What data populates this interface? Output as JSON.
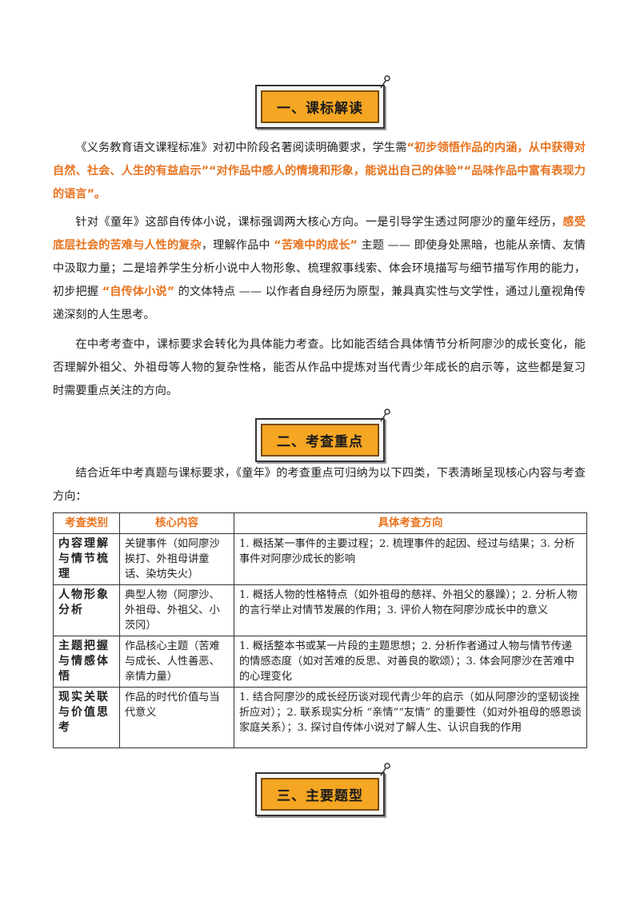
{
  "sections": {
    "s1": "一、课标解读",
    "s2": "二、考查重点",
    "s3": "三、主要题型"
  },
  "p1": {
    "t1": "《义务教育语文课程标准》对初中阶段名著阅读明确要求，学生需",
    "h1": "“初步领悟作品的内涵，从中获得对自然、社会、人生的有益启示”“对作品中感人的情境和形象，能说出自己的体验”“品味作品中富有表现力的语言”。"
  },
  "p2": {
    "t1": "针对《童年》这部自传体小说，课标强调两大核心方向。一是引导学生透过阿廖沙的童年经历，",
    "h1": "感受底层社会的苦难与人性的复杂",
    "t2": "，理解作品中 ",
    "h2": "“苦难中的成长”",
    "t3": " 主题 —— 即使身处黑暗，也能从亲情、友情中汲取力量；二是培养学生分析小说中人物形象、梳理叙事线索、体会环境描写与细节描写作用的能力，初步把握 ",
    "h3": "“自传体小说”",
    "t4": " 的文体特点 —— 以作者自身经历为原型，兼具真实性与文学性，通过儿童视角传递深刻的人生思考。"
  },
  "p3": "在中考考查中，课标要求会转化为具体能力考查。比如能否结合具体情节分析阿廖沙的成长变化，能否理解外祖父、外祖母等人物的复杂性格，能否从作品中提炼对当代青少年成长的启示等，这些都是复习时需要重点关注的方向。",
  "p4": "结合近年中考真题与课标要求，《童年》的考查重点可归纳为以下四类，下表清晰呈现核心内容与考查方向：",
  "table": {
    "headers": [
      "考查类别",
      "核心内容",
      "具体考查方向"
    ],
    "rows": [
      {
        "cat": "内容理解与情节梳理",
        "core": "关键事件（如阿廖沙挨打、外祖母讲童话、染坊失火）",
        "dir": "1. 概括某一事件的主要过程；2. 梳理事件的起因、经过与结果；3. 分析事件对阿廖沙成长的影响"
      },
      {
        "cat": "人物形象分析",
        "core": "典型人物（阿廖沙、外祖母、外祖父、小茨冈）",
        "dir": "1. 概括人物的性格特点（如外祖母的慈祥、外祖父的暴躁）；2. 分析人物的言行举止对情节发展的作用；3. 评价人物在阿廖沙成长中的意义"
      },
      {
        "cat": "主题把握与情感体悟",
        "core": "作品核心主题（苦难与成长、人性善恶、亲情力量）",
        "dir": "1. 概括整本书或某一片段的主题思想；2. 分析作者通过人物与情节传递的情感态度（如对苦难的反思、对善良的歌颂）；3. 体会阿廖沙在苦难中的心理变化"
      },
      {
        "cat": "现实关联与价值思考",
        "core": "作品的时代价值与当代意义",
        "dir": "1. 结合阿廖沙的成长经历谈对现代青少年的启示（如从阿廖沙的坚韧谈挫折应对）；2. 联系现实分析 “亲情”“友情” 的重要性（如对外祖母的感恩谈家庭关系）；3. 探讨自传体小说对了解人生、认识自我的作用"
      }
    ]
  }
}
